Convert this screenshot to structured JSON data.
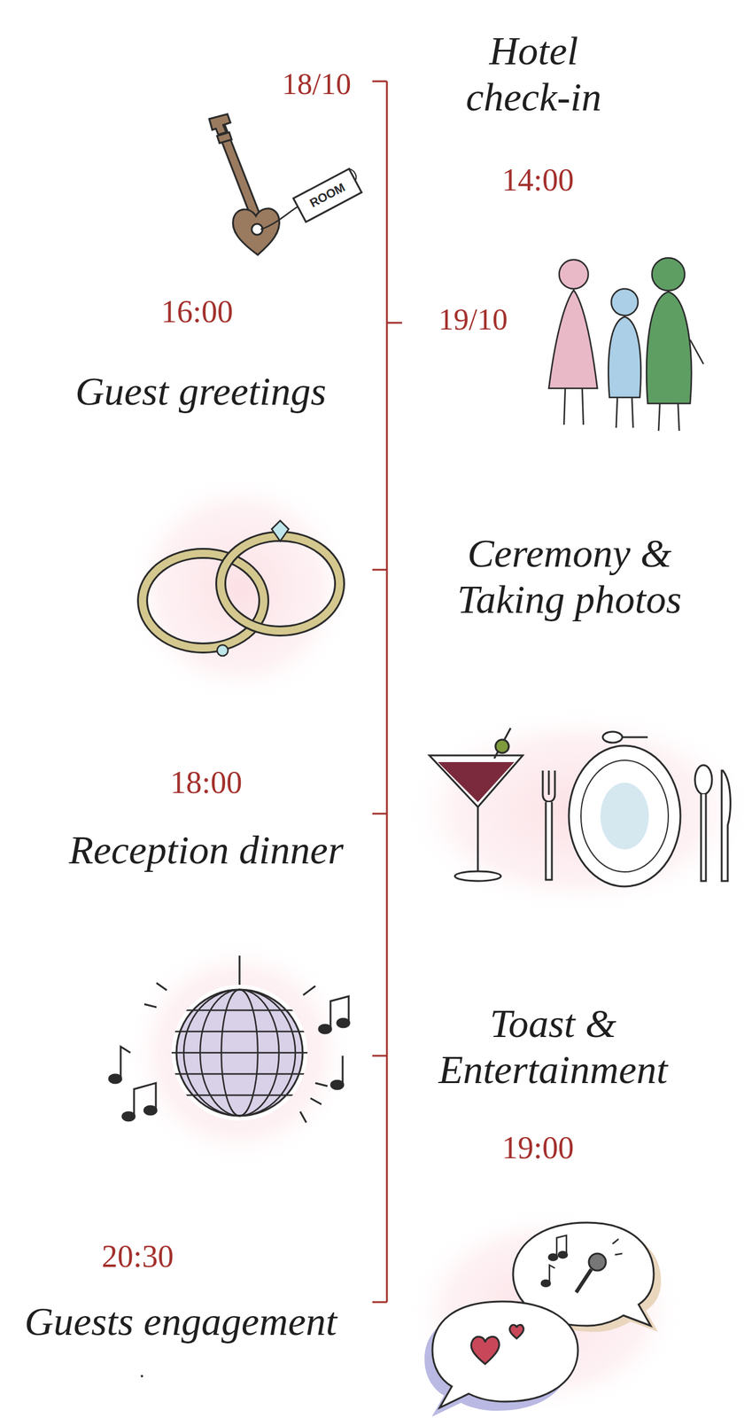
{
  "diagram": {
    "labels": [
      "18/10",
      "Hotel check-in",
      "14:00",
      "ROOM",
      "16:00",
      "19/10",
      "Guest greetings",
      "Ceremony & Taking photos",
      "18:00",
      "Reception dinner",
      "Toast & Entertainment",
      "19:00",
      "20:30",
      "Guests engagement"
    ]
  }
}
